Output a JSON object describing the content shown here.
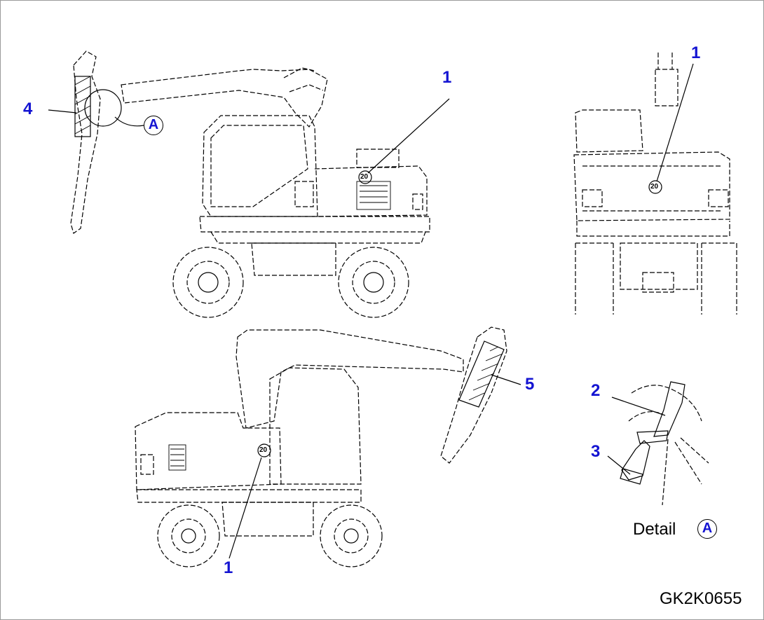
{
  "callouts": {
    "side_right_decal_1": "1",
    "side_right_decal_4": "4",
    "rear_decal_1": "1",
    "side_left_decal_1": "1",
    "side_left_decal_5": "5",
    "detail_decal_2": "2",
    "detail_decal_3": "3"
  },
  "detail_markers": {
    "main_view": "A",
    "detail_view": "A"
  },
  "detail_label": "Detail",
  "drawing_code": "GK2K0655",
  "speed_badge_text": "20",
  "colors": {
    "callout": "#1414d2",
    "line": "#000000",
    "border": "#9a9a9a"
  }
}
